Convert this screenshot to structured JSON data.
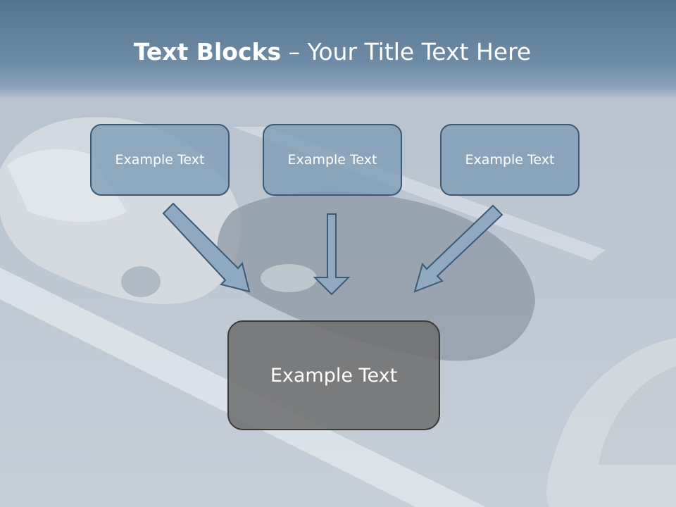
{
  "title": {
    "bold": "Text Blocks",
    "dash": " – ",
    "rest": "Your Title Text Here"
  },
  "blocks": [
    {
      "label": "Example Text"
    },
    {
      "label": "Example Text"
    },
    {
      "label": "Example Text"
    }
  ],
  "target_block": {
    "label": "Example Text"
  },
  "colors": {
    "header": "#5f7e99",
    "block_fill": "#7f9db6",
    "block_border": "#3d5a74",
    "target_fill": "#707070",
    "arrow_fill": "#8fa9c0",
    "arrow_stroke": "#3d5a74"
  }
}
